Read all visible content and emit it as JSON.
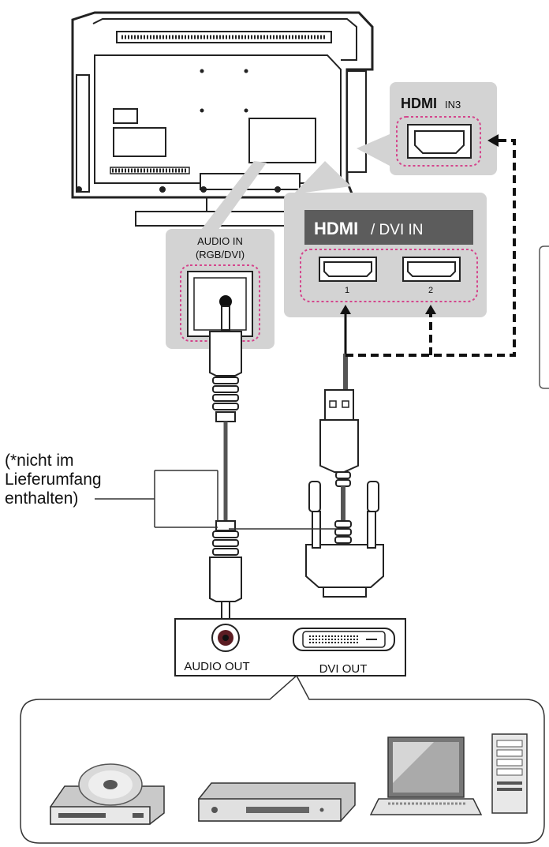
{
  "hdmi_in3": {
    "logo": "HDMI",
    "suffix": "IN3"
  },
  "hdmi_dvi_in": {
    "logo": "HDMI",
    "suffix": " / DVI IN",
    "port1": "1",
    "port2": "2"
  },
  "audio_in": {
    "line1": "AUDIO IN",
    "line2": "(RGB/DVI)"
  },
  "note": {
    "line1": "(*nicht im",
    "line2": "Lieferumfang",
    "line3": "enthalten)"
  },
  "source_panel": {
    "audio_out": "AUDIO OUT",
    "dvi_out": "DVI OUT"
  },
  "devices": [
    "dvd-player",
    "set-top-box",
    "laptop",
    "desktop-pc"
  ],
  "colors": {
    "callout_bg": "#d3d3d3",
    "hdmi_bar": "#5c5c5c",
    "highlight": "#d4458c",
    "ink": "#111111"
  }
}
